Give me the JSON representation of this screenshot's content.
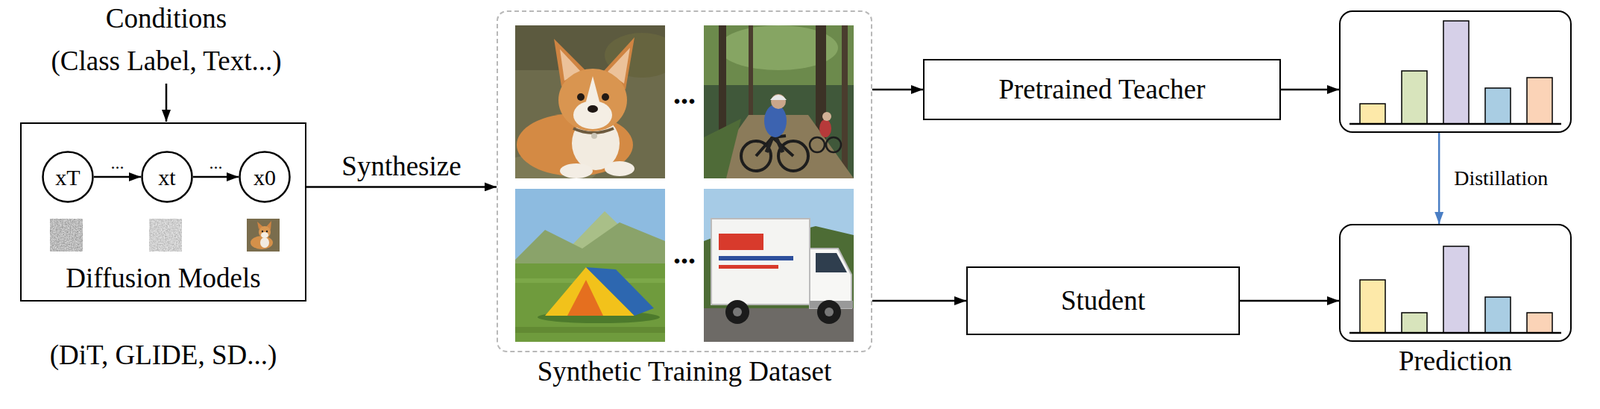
{
  "diagram": {
    "nodes": [
      {
        "text": [
          "Diffusion Models"
        ]
      },
      {
        "text": [
          "xT"
        ],
        "in": 0
      },
      {
        "text": [
          "xt"
        ],
        "in": 0
      },
      {
        "text": [
          "x0"
        ],
        "in": 0
      },
      {
        "text": [
          "Synthetic Training Dataset"
        ]
      },
      {
        "text": [
          "Pretrained Teacher"
        ]
      },
      {
        "text": [
          "Student"
        ]
      },
      {
        "text": []
      },
      {
        "text": [
          "Prediction"
        ]
      }
    ],
    "edges": [
      {
        "from": 1,
        "to": 2,
        "arrow": "to",
        "label": "..."
      },
      {
        "from": 2,
        "to": 3,
        "arrow": "to",
        "label": "..."
      },
      {
        "from": 0,
        "to": 4,
        "arrow": "to",
        "label": "Synthesize"
      },
      {
        "from": 4,
        "to": 5,
        "arrow": "to"
      },
      {
        "from": 4,
        "to": 6,
        "arrow": "to"
      },
      {
        "from": 5,
        "to": 7,
        "arrow": "to"
      },
      {
        "from": 6,
        "to": 8,
        "arrow": "to"
      },
      {
        "from": 7,
        "to": 8,
        "arrow": "to",
        "label": "Distillation"
      }
    ],
    "labels": [
      "Conditions",
      "(Class Label, Text...)",
      "(DiT, GLIDE, SD...)",
      "...",
      "..."
    ]
  }
}
